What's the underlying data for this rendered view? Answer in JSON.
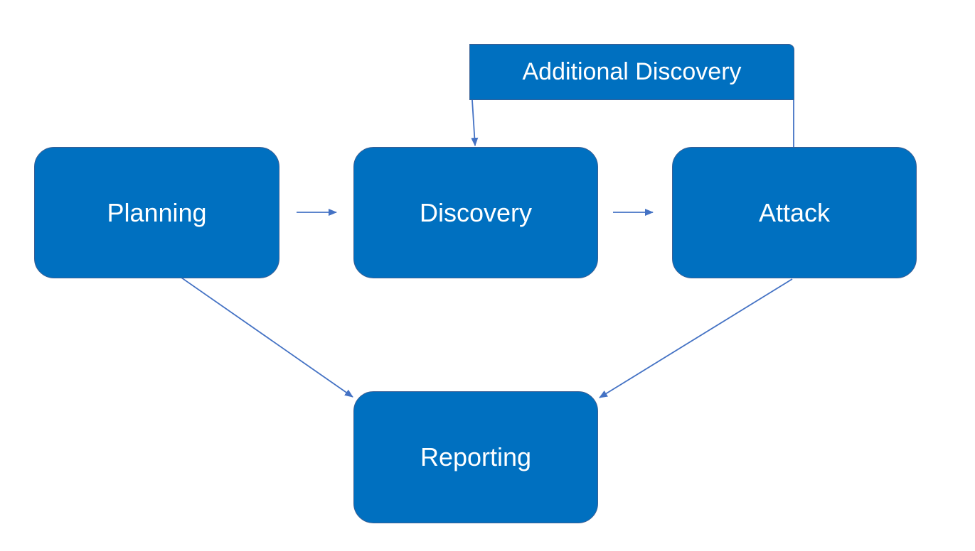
{
  "diagram": {
    "colors": {
      "node_fill": "#0070c0",
      "node_text": "#ffffff",
      "arrow": "#4472c4"
    },
    "nodes": {
      "planning": {
        "label": "Planning"
      },
      "discovery": {
        "label": "Discovery"
      },
      "attack": {
        "label": "Attack"
      },
      "reporting": {
        "label": "Reporting"
      },
      "additional_discovery": {
        "label": "Additional Discovery"
      }
    },
    "edges": [
      {
        "from": "planning",
        "to": "discovery"
      },
      {
        "from": "discovery",
        "to": "attack"
      },
      {
        "from": "attack",
        "to": "additional_discovery"
      },
      {
        "from": "additional_discovery",
        "to": "discovery"
      },
      {
        "from": "planning",
        "to": "reporting"
      },
      {
        "from": "attack",
        "to": "reporting"
      }
    ]
  }
}
